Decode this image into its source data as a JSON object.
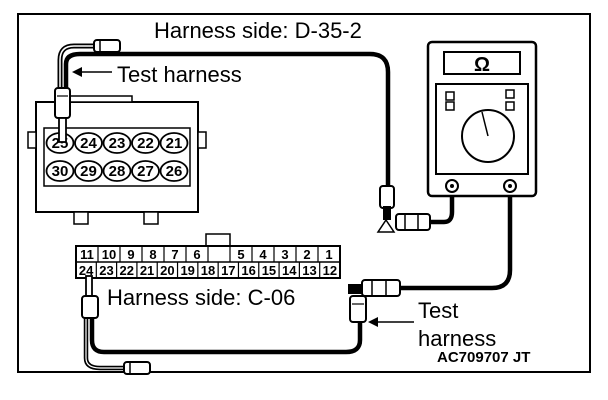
{
  "labels": {
    "harness_side_top": "Harness side: D-35-2",
    "test_harness_top": "Test harness",
    "harness_side_bottom": "Harness side: C-06",
    "test_harness_bottom_1": "Test",
    "test_harness_bottom_2": "harness",
    "figure_code": "AC709707 JT"
  },
  "meter": {
    "symbol": "Ω"
  },
  "connector_d35": {
    "row1": [
      "25",
      "24",
      "23",
      "22",
      "21"
    ],
    "row2": [
      "30",
      "29",
      "28",
      "27",
      "26"
    ]
  },
  "connector_c06": {
    "row1": [
      "11",
      "10",
      "9",
      "8",
      "7",
      "6",
      "",
      "5",
      "4",
      "3",
      "2",
      "1"
    ],
    "row2": [
      "24",
      "23",
      "22",
      "21",
      "20",
      "19",
      "18",
      "17",
      "16",
      "15",
      "14",
      "13",
      "12"
    ]
  }
}
